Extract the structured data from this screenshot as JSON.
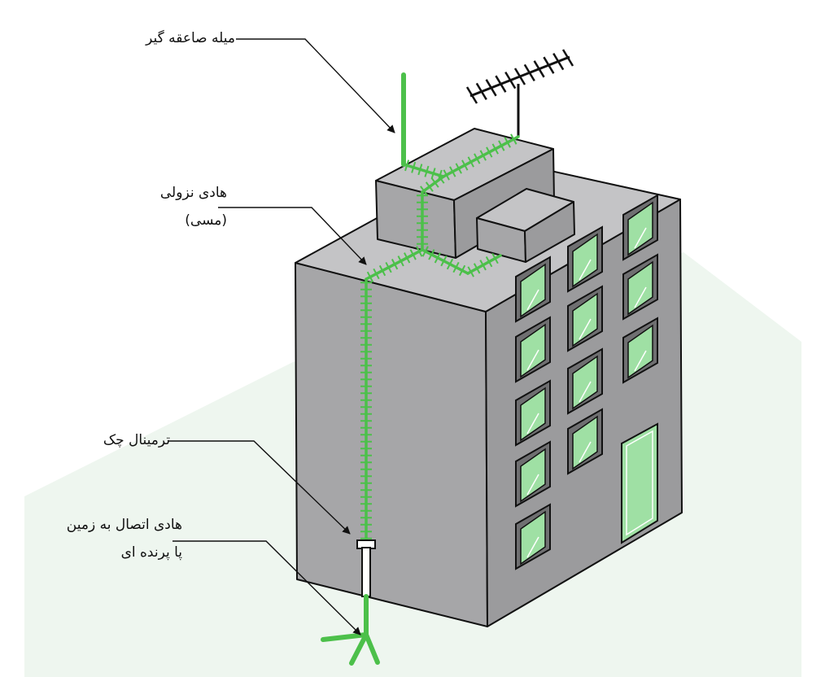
{
  "labels": {
    "lightning_rod": "میله صاعقه گیر",
    "down_conductor": [
      "هادی نزولی",
      "(مسی)"
    ],
    "test_terminal": "ترمینال چک",
    "earth_conductor": [
      "هادی اتصال به زمین",
      "پا پرنده ای"
    ]
  },
  "colors": {
    "conductor": "#4cc04a",
    "wall_left": "#a6a6a8",
    "wall_right": "#9b9b9d",
    "roof": "#c4c4c6",
    "window": "#9fe0a4",
    "ground_tint": "#eef6ef",
    "outline": "#111111"
  }
}
